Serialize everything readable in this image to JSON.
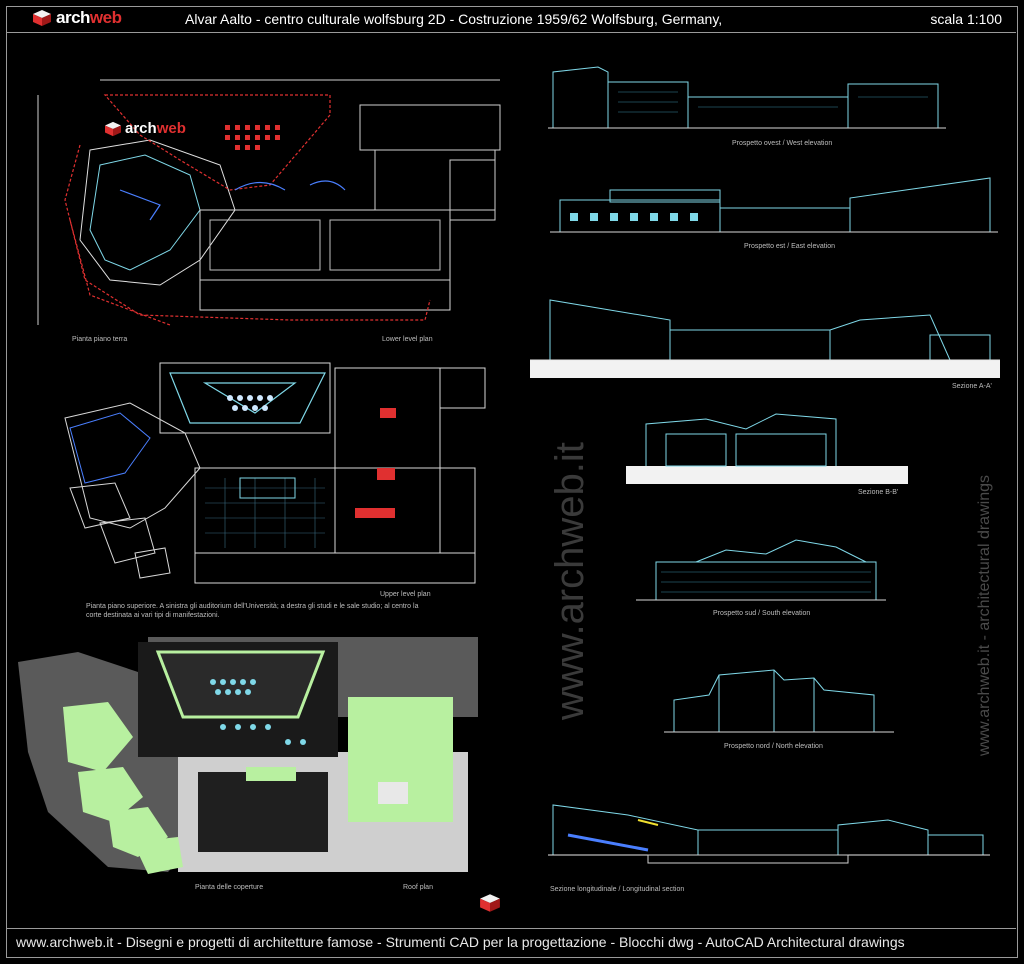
{
  "header": {
    "logo_text_a": "arch",
    "logo_text_b": "web",
    "title": "Alvar Aalto - centro culturale wolfsburg 2D - Costruzione 1959/62  Wolfsburg, Germany,",
    "scale": "scala 1:100"
  },
  "plans": {
    "ground_floor_caption": "Pianta piano terra",
    "lower_level_caption": "Lower level plan",
    "upper_level_caption": "Upper level plan",
    "upper_floor_note_line1": "Pianta piano superiore. A sinistra gli auditorium dell'Università; a destra gli studi e le sale studio; al centro la",
    "upper_floor_note_line2": "corte destinata ai vari tipi di manifestazioni.",
    "roof_caption_it": "Pianta delle coperture",
    "roof_caption_en": "Roof plan",
    "inline_logo_a": "arch",
    "inline_logo_b": "web"
  },
  "elevations": {
    "west": "Prospetto ovest  /  West elevation",
    "east": "Prospetto est  /  East elevation",
    "section_aa": "Sezione A-A'",
    "section_bb": "Sezione B-B'",
    "south": "Prospetto sud  /  South elevation",
    "north": "Prospetto nord  /  North elevation",
    "longitudinal": "Sezione longitudinale  /  Longitudinal section"
  },
  "watermarks": {
    "center": "www.archweb.it",
    "side": "www.archweb.it - architectural drawings"
  },
  "footer": {
    "text": "www.archweb.it -    Disegni e progetti di architetture famose  -  Strumenti CAD  per la progettazione  -  Blocchi dwg - AutoCAD Architectural drawings"
  },
  "colors": {
    "brand_red": "#e03030",
    "cad_cyan": "#7fd8e8",
    "cad_red": "#e03030",
    "roof_green": "#b8f0a0",
    "roof_grey": "#5a5a5a"
  }
}
